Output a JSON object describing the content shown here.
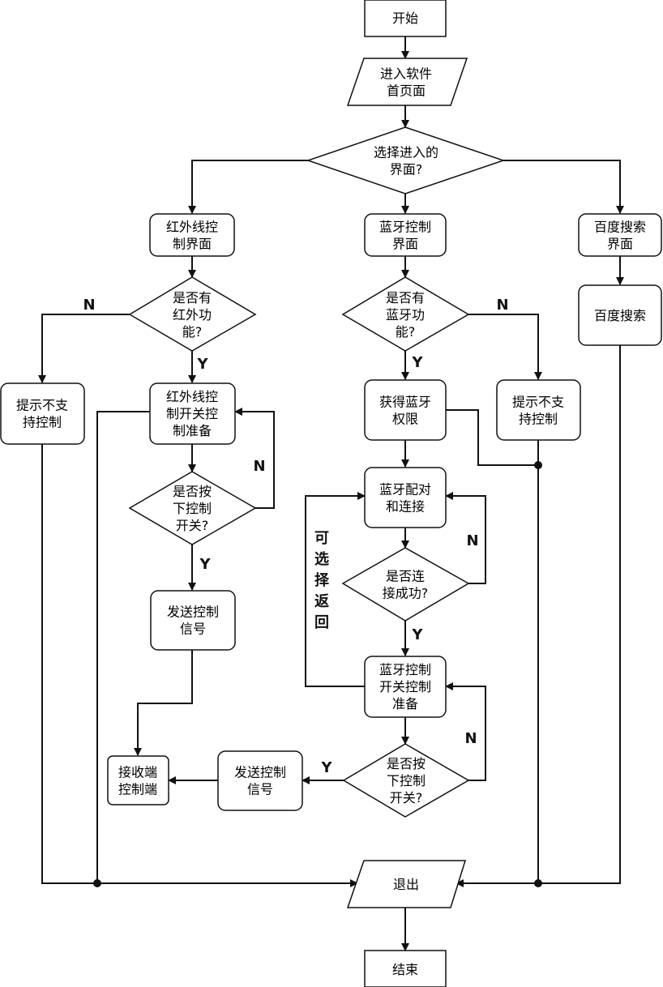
{
  "nodes": {
    "start": [
      "开始"
    ],
    "enter_home": [
      "进入软件",
      "首页面"
    ],
    "choose_interface": [
      "选择进入的",
      "界面?"
    ],
    "ir_interface": [
      "红外线控",
      "制界面"
    ],
    "bt_interface": [
      "蓝牙控制",
      "界面"
    ],
    "baidu_interface": [
      "百度搜索",
      "界面"
    ],
    "has_ir": [
      "是否有",
      "红外功",
      "能?"
    ],
    "has_bt": [
      "是否有",
      "蓝牙功",
      "能?"
    ],
    "baidu_search": [
      "百度搜索"
    ],
    "ir_not_supported": [
      "提示不支",
      "持控制"
    ],
    "ir_switch_ready": [
      "红外线控",
      "制开关控",
      "制准备"
    ],
    "get_bt_permission": [
      "获得蓝牙",
      "权限"
    ],
    "bt_not_supported": [
      "提示不支",
      "持控制"
    ],
    "ir_switch_pressed": [
      "是否按",
      "下控制",
      "开关?"
    ],
    "bt_pair_connect": [
      "蓝牙配对",
      "和连接"
    ],
    "connect_success": [
      "是否连",
      "接成功?"
    ],
    "ir_send_signal": [
      "发送控制",
      "信号"
    ],
    "bt_switch_ready": [
      "蓝牙控制",
      "开关控制",
      "准备"
    ],
    "bt_switch_pressed": [
      "是否按",
      "下控制",
      "开关?"
    ],
    "bt_send_signal": [
      "发送控制",
      "信号"
    ],
    "receiver": [
      "接收端",
      "控制端"
    ],
    "exit": [
      "退出"
    ],
    "end": [
      "结束"
    ]
  },
  "labels": {
    "ir_no": "N",
    "ir_yes": "Y",
    "bt_no": "N",
    "bt_yes": "Y",
    "ir_press_no": "N",
    "ir_press_yes": "Y",
    "connect_no": "N",
    "connect_yes": "Y",
    "bt_press_no": "N",
    "bt_press_yes": "Y",
    "optional_return": [
      "可",
      "选",
      "择",
      "返",
      "回"
    ]
  }
}
